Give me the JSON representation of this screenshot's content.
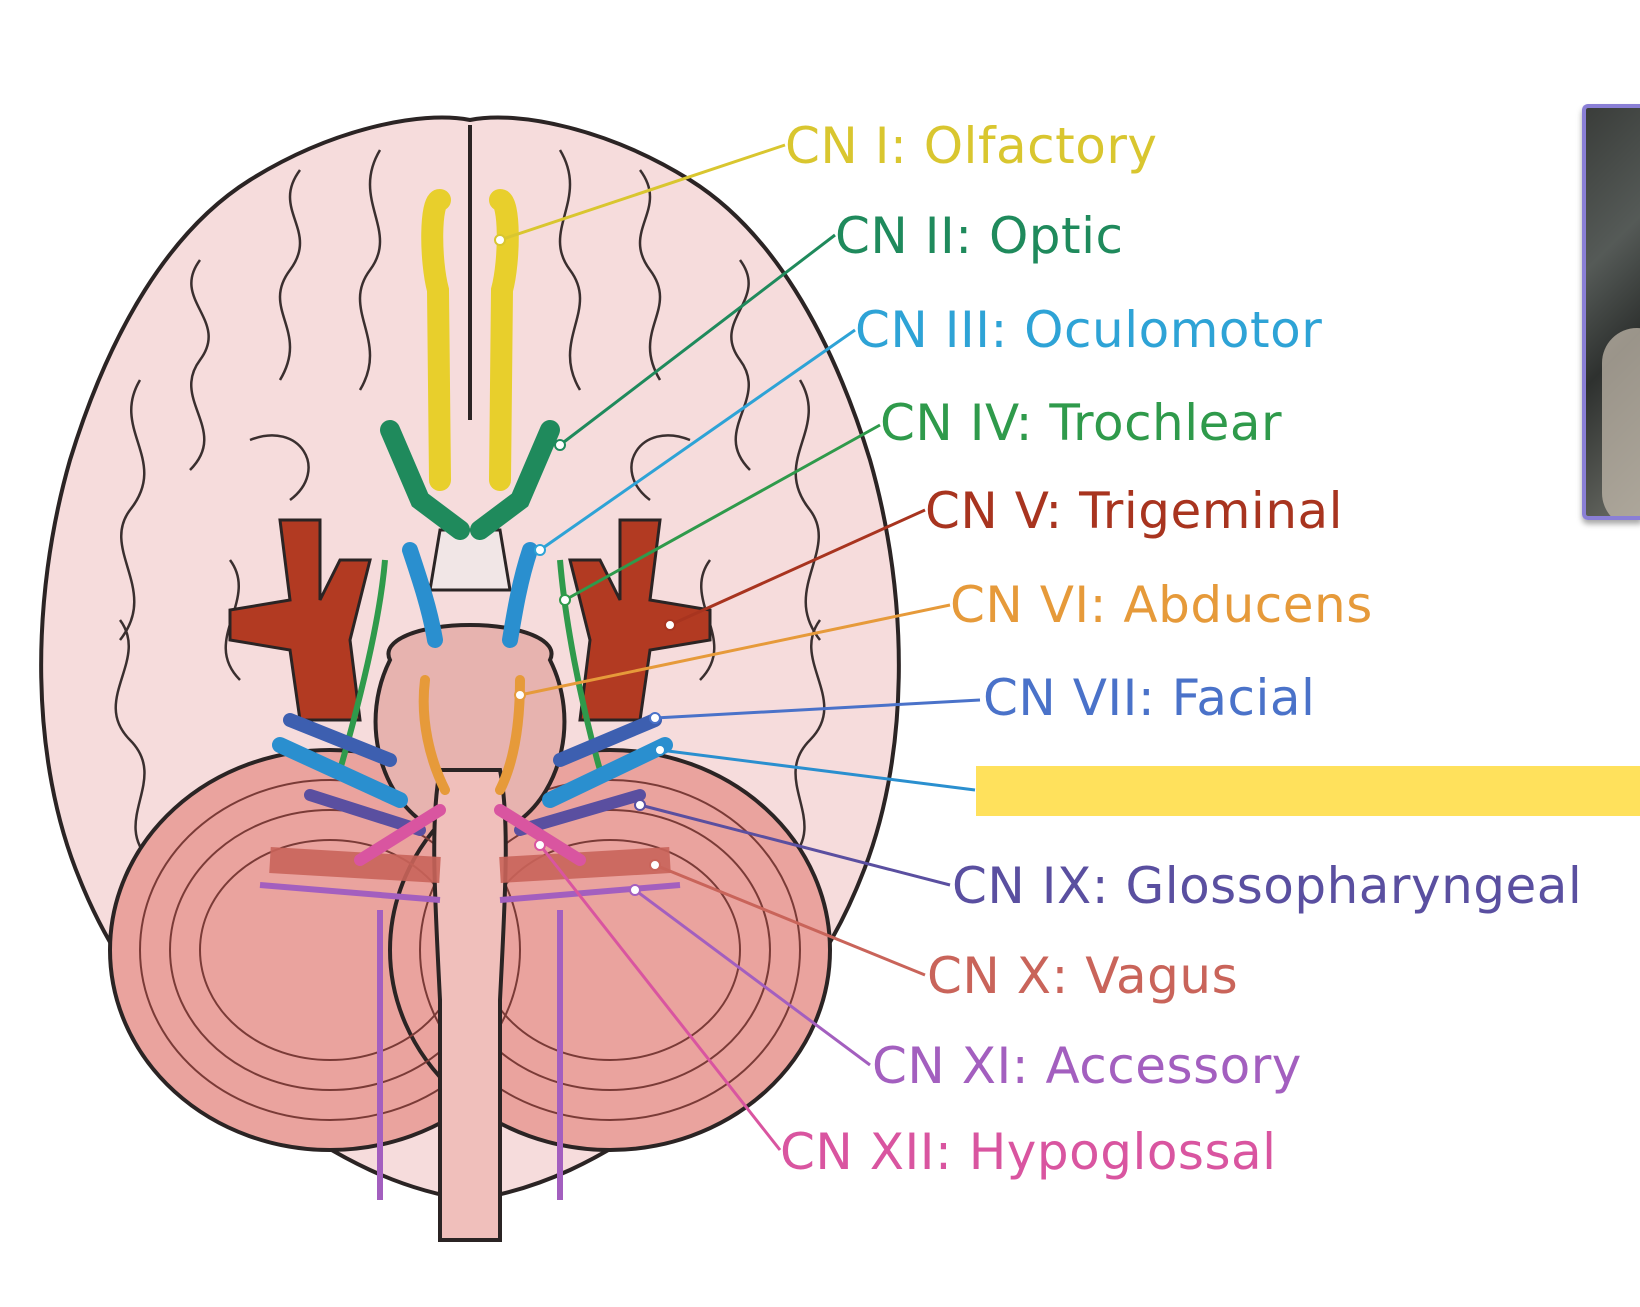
{
  "labels": [
    {
      "id": "cn1",
      "text": "CN I: Olfactory",
      "color": "#d9c62f"
    },
    {
      "id": "cn2",
      "text": "CN II: Optic",
      "color": "#1f8a5c"
    },
    {
      "id": "cn3",
      "text": "CN III: Oculomotor",
      "color": "#2ea3d6"
    },
    {
      "id": "cn4",
      "text": "CN IV: Trochlear",
      "color": "#2f9a4b"
    },
    {
      "id": "cn5",
      "text": "CN V: Trigeminal",
      "color": "#a8341f"
    },
    {
      "id": "cn6",
      "text": "CN VI: Abducens",
      "color": "#e69a3a"
    },
    {
      "id": "cn7",
      "text": "CN VII: Facial",
      "color": "#4a72c9"
    },
    {
      "id": "cn9",
      "text": "CN IX: Glossopharyngeal",
      "color": "#5a4fa0"
    },
    {
      "id": "cn10",
      "text": "CN X: Vagus",
      "color": "#c9645a"
    },
    {
      "id": "cn11",
      "text": "CN XI: Accessory",
      "color": "#a35fbf"
    },
    {
      "id": "cn12",
      "text": "CN XII: Hypoglossal",
      "color": "#d955a0"
    }
  ],
  "redaction_color": "#ffe15c",
  "colors": {
    "brain_fill": "#f6dcdc",
    "brain_outline": "#2b2424",
    "cerebellum_fill": "#eaa39e",
    "brainstem_fill": "#f0bfbb",
    "artery_fill": "#b23a22",
    "cn8_line": "#2a8fcf"
  }
}
